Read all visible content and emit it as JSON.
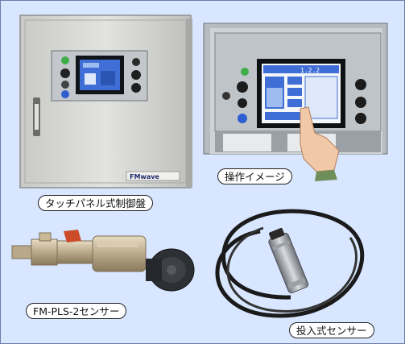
{
  "labels": {
    "control_panel": "タッチパネル式制御盤",
    "operation_image": "操作イメージ",
    "fm_sensor": "FM-PLS-2センサー",
    "submersible_sensor": "投入式センサー"
  },
  "panel_nameplate": "FMwave",
  "touch_display_value": "1.2.2",
  "colors": {
    "background": "#d8e6ff",
    "cabinet": "#d7d8d6",
    "screen_blue": "#3f6fd6",
    "sensor_brass": "#b9a98a",
    "cable": "#1a1a1a",
    "lamp_green": "#3fae4a",
    "lamp_blue": "#2e5fd0"
  }
}
